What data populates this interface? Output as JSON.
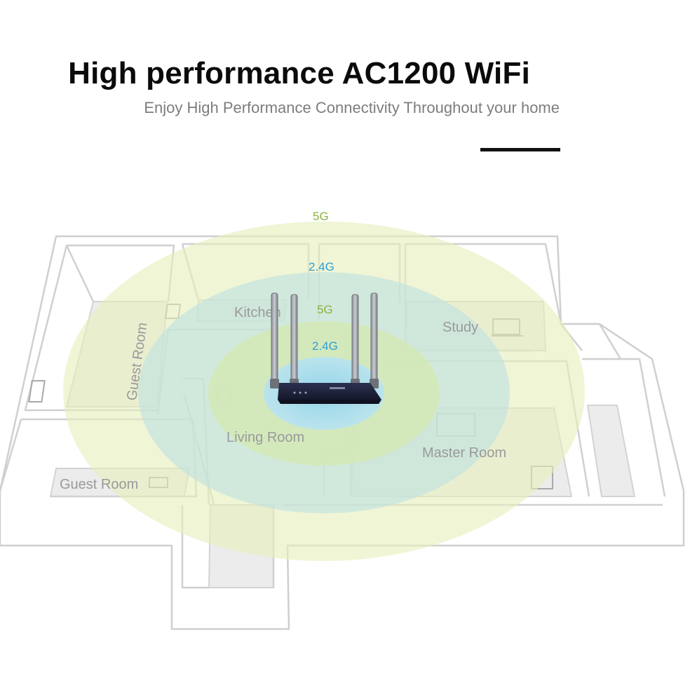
{
  "header": {
    "title": "High performance AC1200 WiFi",
    "subtitle": "Enjoy High Performance Connectivity Throughout your home"
  },
  "coverage": {
    "outer_5g": "5G",
    "outer_24g": "2.4G",
    "inner_5g": "5G",
    "inner_24g": "2.4G"
  },
  "rooms": {
    "kitchen": "Kitchen",
    "study": "Study",
    "guest_room_left": "Guest Room",
    "guest_room_bottom": "Guest Room",
    "living_room": "Living Room",
    "master_room": "Master Room"
  },
  "colors": {
    "five_g_label": "#8db23a",
    "two_four_g_label": "#2f9fd3",
    "outer_zone": "#eaf2c8",
    "mid_zone": "#c9e7e8",
    "inner_zone": "#d6ebbd",
    "core_zone": "#a8dcef",
    "router_body": "#1e2238"
  },
  "icons": {
    "router": "wifi-router-icon"
  }
}
